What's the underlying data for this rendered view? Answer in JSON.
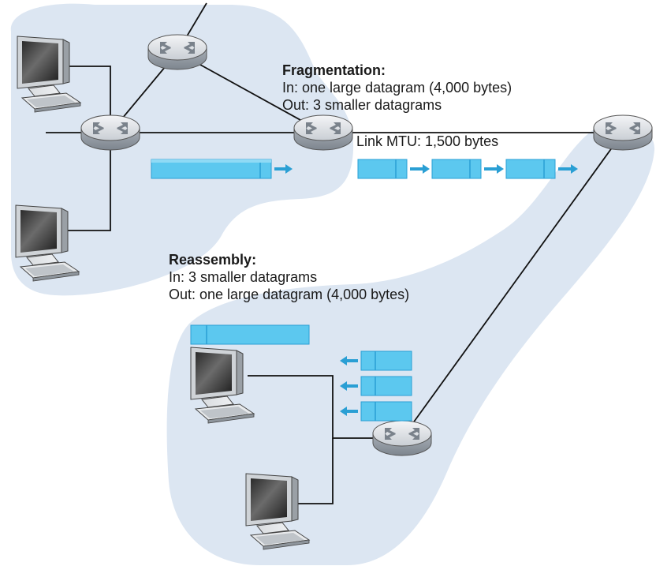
{
  "fragmentation": {
    "heading": "Fragmentation:",
    "line_in": "In: one large datagram (4,000 bytes)",
    "line_out": "Out: 3 smaller datagrams"
  },
  "link": {
    "label": "Link MTU: 1,500 bytes"
  },
  "reassembly": {
    "heading": "Reassembly:",
    "line_in": "In: 3 smaller datagrams",
    "line_out": "Out: one large datagram (4,000 bytes)"
  },
  "colors": {
    "network_cloud": "#dce6f2",
    "datagram_fill": "#5cc8ef",
    "datagram_header": "#2a9fd4",
    "arrow": "#2a9fd4",
    "router_fill": "#d9dde2",
    "link_line": "#111111"
  },
  "icons": {
    "router": "router-icon",
    "host": "desktop-computer-icon",
    "arrow": "arrow-right-icon"
  }
}
